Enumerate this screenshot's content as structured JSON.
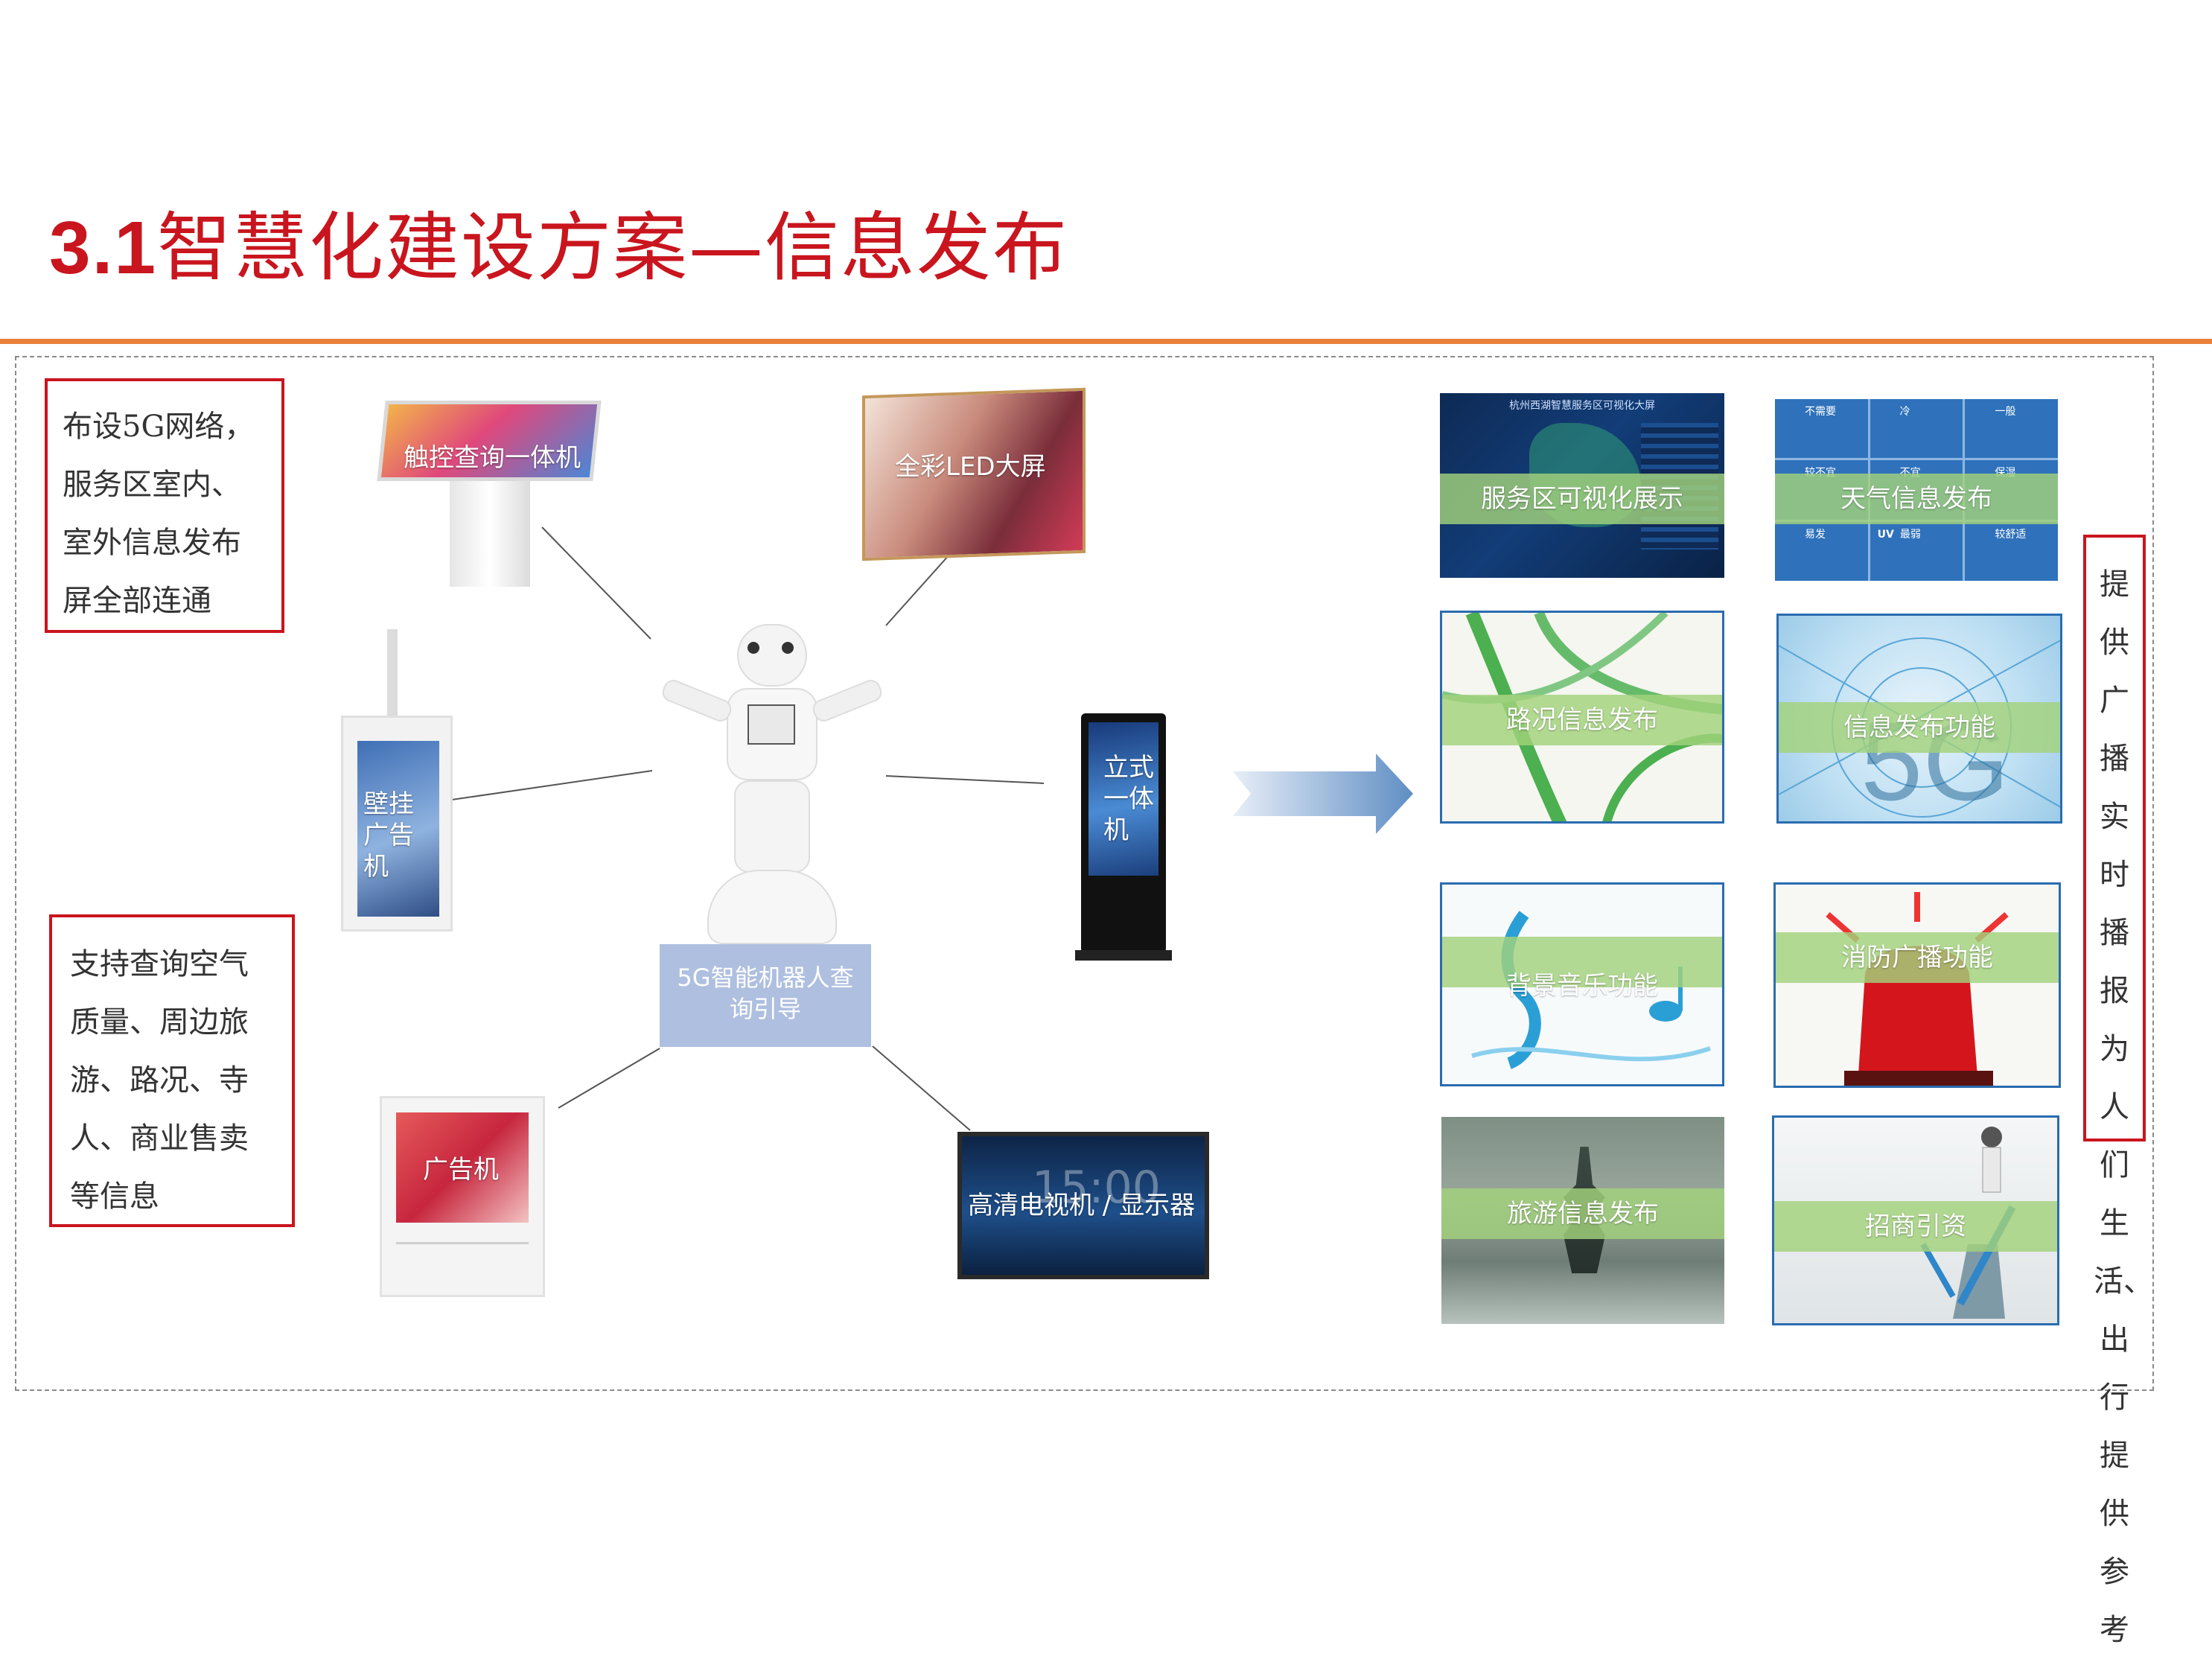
{
  "title": {
    "number": "3.1",
    "text": "智慧化建设方案—信息发布"
  },
  "notes": {
    "left_top": [
      "布设5G网络，",
      "服务区室内、",
      "室外信息发布",
      "屏全部连通"
    ],
    "left_bottom": [
      "支持查询空气",
      "质量、周边旅",
      "游、路况、寺",
      "人、商业售卖",
      "等信息"
    ],
    "right": [
      "提供",
      "广播",
      "实时",
      "播报",
      "为人",
      "们生",
      "活、",
      "出行",
      "提供",
      "参考"
    ]
  },
  "center": {
    "label_line1": "5G智能机器人查",
    "label_line2": "询引导"
  },
  "devices": {
    "kiosk": "触控查询一体机",
    "led": "全彩LED大屏",
    "wall_hanging": [
      "壁挂",
      "广告",
      "机"
    ],
    "standing": [
      "立式",
      "一体",
      "机"
    ],
    "ad_machine": "广告机",
    "tv": "高清电视机 / 显示器"
  },
  "functions": [
    "服务区可视化展示",
    "天气信息发布",
    "路况信息发布",
    "信息发布功能",
    "背景音乐功能",
    "消防广播功能",
    "旅游信息发布",
    "招商引资"
  ],
  "tile_texts": {
    "dashboard_title": "杭州西湖智慧服务区可视化大屏",
    "weather_cells": [
      "不需要",
      "冷",
      "一般",
      "较不宜",
      "不宜",
      "保湿",
      "易发",
      "最弱",
      "较舒适"
    ],
    "weather_uv": "UV",
    "big_5g": "5G",
    "tv_time": "15:00"
  },
  "colors": {
    "accent": "#c9151e",
    "rule": "#e9803c",
    "center_box": "#aebfe0",
    "band": "#a2d27b"
  }
}
